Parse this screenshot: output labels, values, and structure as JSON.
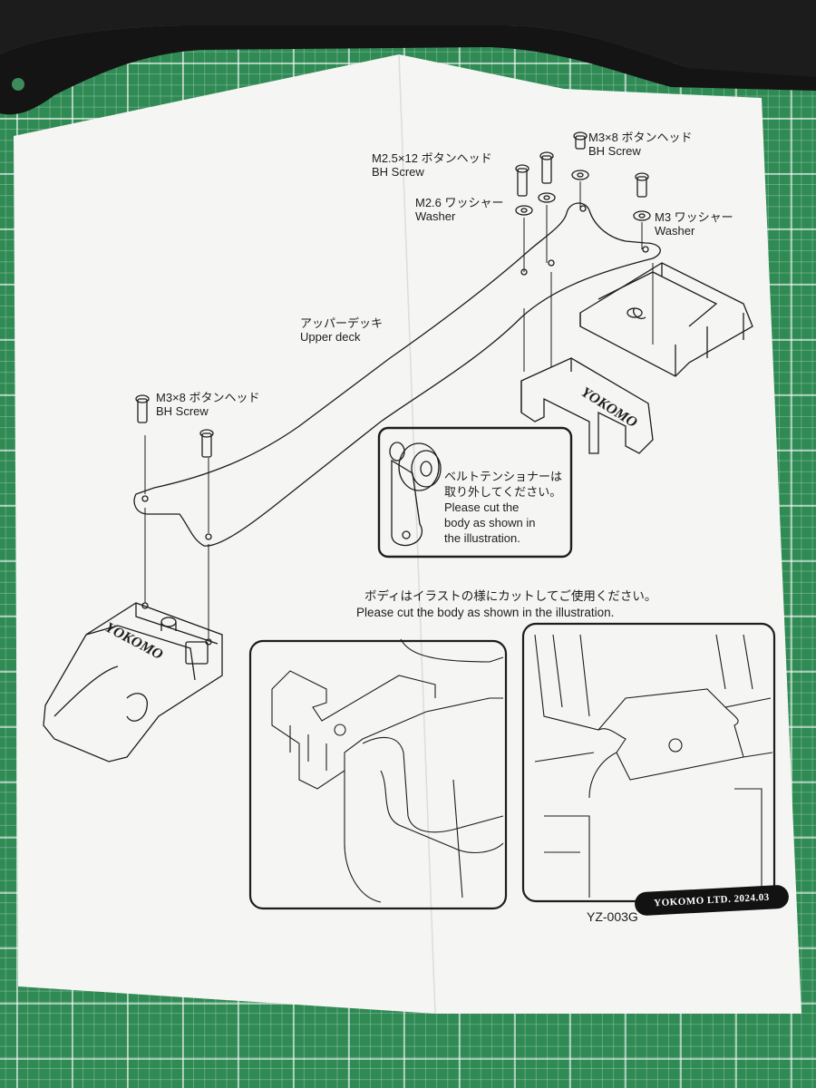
{
  "manual": {
    "callout_m25": {
      "line1": "M2.5×12 ボタンヘッド",
      "line2": "BH Screw"
    },
    "callout_m3_top": {
      "line1": "M3×8 ボタンヘッド",
      "line2": "BH Screw"
    },
    "callout_w26": {
      "line1": "M2.6 ワッシャー",
      "line2": "Washer"
    },
    "callout_w3": {
      "line1": "M3 ワッシャー",
      "line2": "Washer"
    },
    "callout_deck": {
      "line1": "アッパーデッキ",
      "line2": "Upper deck"
    },
    "callout_m3_left": {
      "line1": "M3×8 ボタンヘッド",
      "line2": "BH Screw"
    },
    "belt_note": {
      "line1": "ベルトテンショナーは",
      "line2": "取り外してください。",
      "line3": "Please cut the",
      "line4": "body as shown in",
      "line5": "the illustration."
    },
    "body_cut_note": {
      "jp": "ボディはイラストの様にカットしてご使用ください。",
      "en": "Please cut the body as shown in the illustration."
    },
    "footer": {
      "badge": "YOKOMO LTD.  2024.03",
      "model_code": "YZ-003G"
    },
    "part_logo": "YOKOMO"
  },
  "colors": {
    "mat_green": "#2f8a54",
    "paper": "#f4f4f2",
    "ink": "#1d1d1d",
    "carbon": "#1a1a1a"
  }
}
